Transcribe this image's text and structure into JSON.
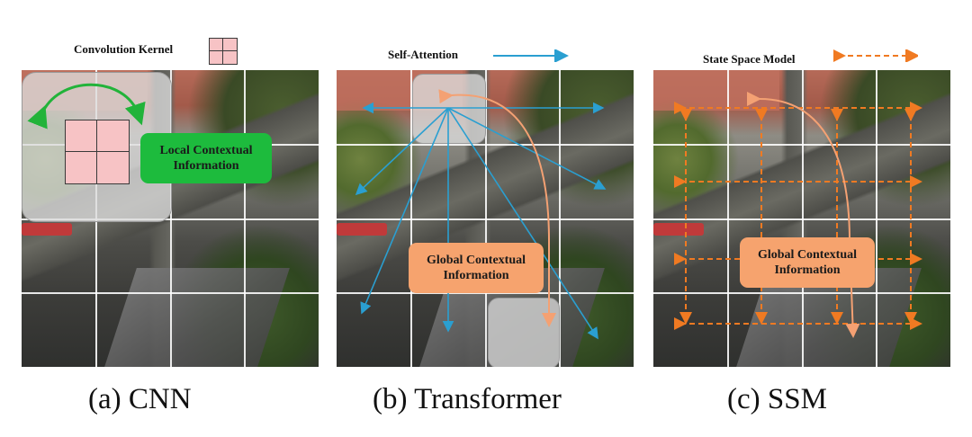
{
  "panels": {
    "cnn": {
      "header_label": "Convolution Kernel",
      "box_label_line1": "Local Contextual",
      "box_label_line2": "Information",
      "caption": "(a) CNN"
    },
    "transformer": {
      "header_label": "Self-Attention",
      "box_label_line1": "Global Contextual",
      "box_label_line2": "Information",
      "caption": "(b) Transformer"
    },
    "ssm": {
      "header_label": "State Space Model",
      "box_label_line1": "Global Contextual",
      "box_label_line2": "Information",
      "caption": "(c) SSM"
    }
  },
  "colors": {
    "cnn_arrow": "#22b33a",
    "self_attention_arrow": "#2a9fd1",
    "ssm_arrow": "#f07a22",
    "global_arrow": "#f4a173",
    "kernel_fill": "#f7c3c5",
    "green_label": "#1dbb3d",
    "orange_label": "#f6a36e"
  },
  "icons": [
    "convolution-kernel-icon",
    "self-attention-arrow-icon",
    "state-space-model-arrow-icon"
  ]
}
